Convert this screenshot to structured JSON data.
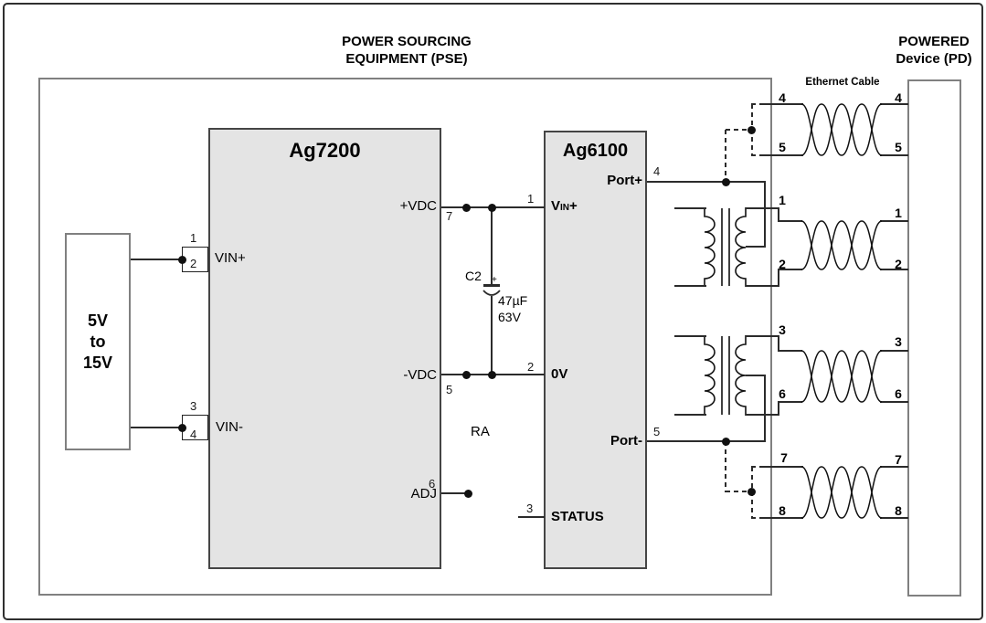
{
  "titles": {
    "pse_line1": "POWER SOURCING",
    "pse_line2": "EQUIPMENT (PSE)",
    "pd_line1": "POWERED",
    "pd_line2": "Device (PD)",
    "ethernet_cable": "Ethernet Cable"
  },
  "source": {
    "l1": "5V",
    "l2": "to",
    "l3": "15V"
  },
  "ag7200": {
    "title": "Ag7200",
    "vin_plus": {
      "label": "VIN+",
      "pin_a": "1",
      "pin_b": "2"
    },
    "vin_minus": {
      "label": "VIN-",
      "pin_a": "3",
      "pin_b": "4"
    },
    "vdc_plus": {
      "label": "+VDC",
      "pin": "7"
    },
    "vdc_minus": {
      "label": "-VDC",
      "pin": "5"
    },
    "adj": {
      "label": "ADJ",
      "pin": "6"
    }
  },
  "ag6100": {
    "title": "Ag6100",
    "vin": {
      "label_main": "V",
      "label_sub": "IN",
      "label_suffix": "+",
      "pin": "1"
    },
    "zero_v": {
      "label": "0V",
      "pin": "2"
    },
    "status": {
      "label": "STATUS",
      "pin": "3"
    },
    "port_plus": {
      "label": "Port+",
      "pin": "4"
    },
    "port_minus": {
      "label": "Port-",
      "pin": "5"
    }
  },
  "capacitor": {
    "ref": "C2",
    "polarity": "+",
    "value": "47µF",
    "voltage": "63V"
  },
  "resistor": {
    "label": "RA"
  },
  "cable": {
    "pairs": [
      {
        "lt": "4",
        "lb": "5",
        "rt": "4",
        "rb": "5"
      },
      {
        "lt": "1",
        "lb": "2",
        "rt": "1",
        "rb": "2"
      },
      {
        "lt": "3",
        "lb": "6",
        "rt": "3",
        "rb": "6"
      },
      {
        "lt": "7",
        "lb": "8",
        "rt": "7",
        "rb": "8"
      }
    ]
  },
  "colors": {
    "chip_fill": "#e4e4e4",
    "wire": "#2b2b2b",
    "box_border": "#808080"
  }
}
